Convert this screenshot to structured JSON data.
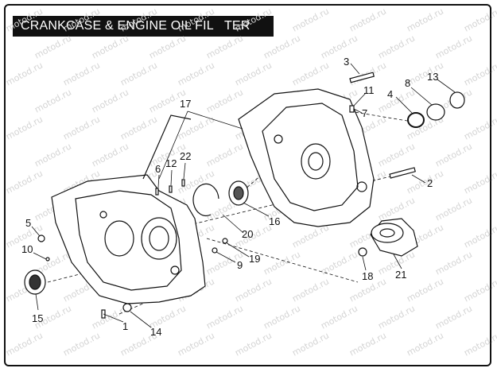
{
  "title": "CRANKCASE & ENGINE OIL FIL   TER",
  "watermark_text": "motod.ru",
  "colors": {
    "ink": "#111111",
    "paper": "#ffffff",
    "watermark": "#d4d4d4"
  },
  "callouts": [
    {
      "id": "1",
      "label": "1"
    },
    {
      "id": "2",
      "label": "2"
    },
    {
      "id": "3",
      "label": "3"
    },
    {
      "id": "4",
      "label": "4"
    },
    {
      "id": "5",
      "label": "5"
    },
    {
      "id": "6",
      "label": "6"
    },
    {
      "id": "7",
      "label": "7"
    },
    {
      "id": "8",
      "label": "8"
    },
    {
      "id": "9",
      "label": "9"
    },
    {
      "id": "10",
      "label": "10"
    },
    {
      "id": "11",
      "label": "11"
    },
    {
      "id": "12",
      "label": "12"
    },
    {
      "id": "13",
      "label": "13"
    },
    {
      "id": "14",
      "label": "14"
    },
    {
      "id": "15",
      "label": "15"
    },
    {
      "id": "16",
      "label": "16"
    },
    {
      "id": "17",
      "label": "17"
    },
    {
      "id": "18",
      "label": "18"
    },
    {
      "id": "19",
      "label": "19"
    },
    {
      "id": "20",
      "label": "20"
    },
    {
      "id": "21",
      "label": "21"
    },
    {
      "id": "22",
      "label": "22"
    }
  ]
}
